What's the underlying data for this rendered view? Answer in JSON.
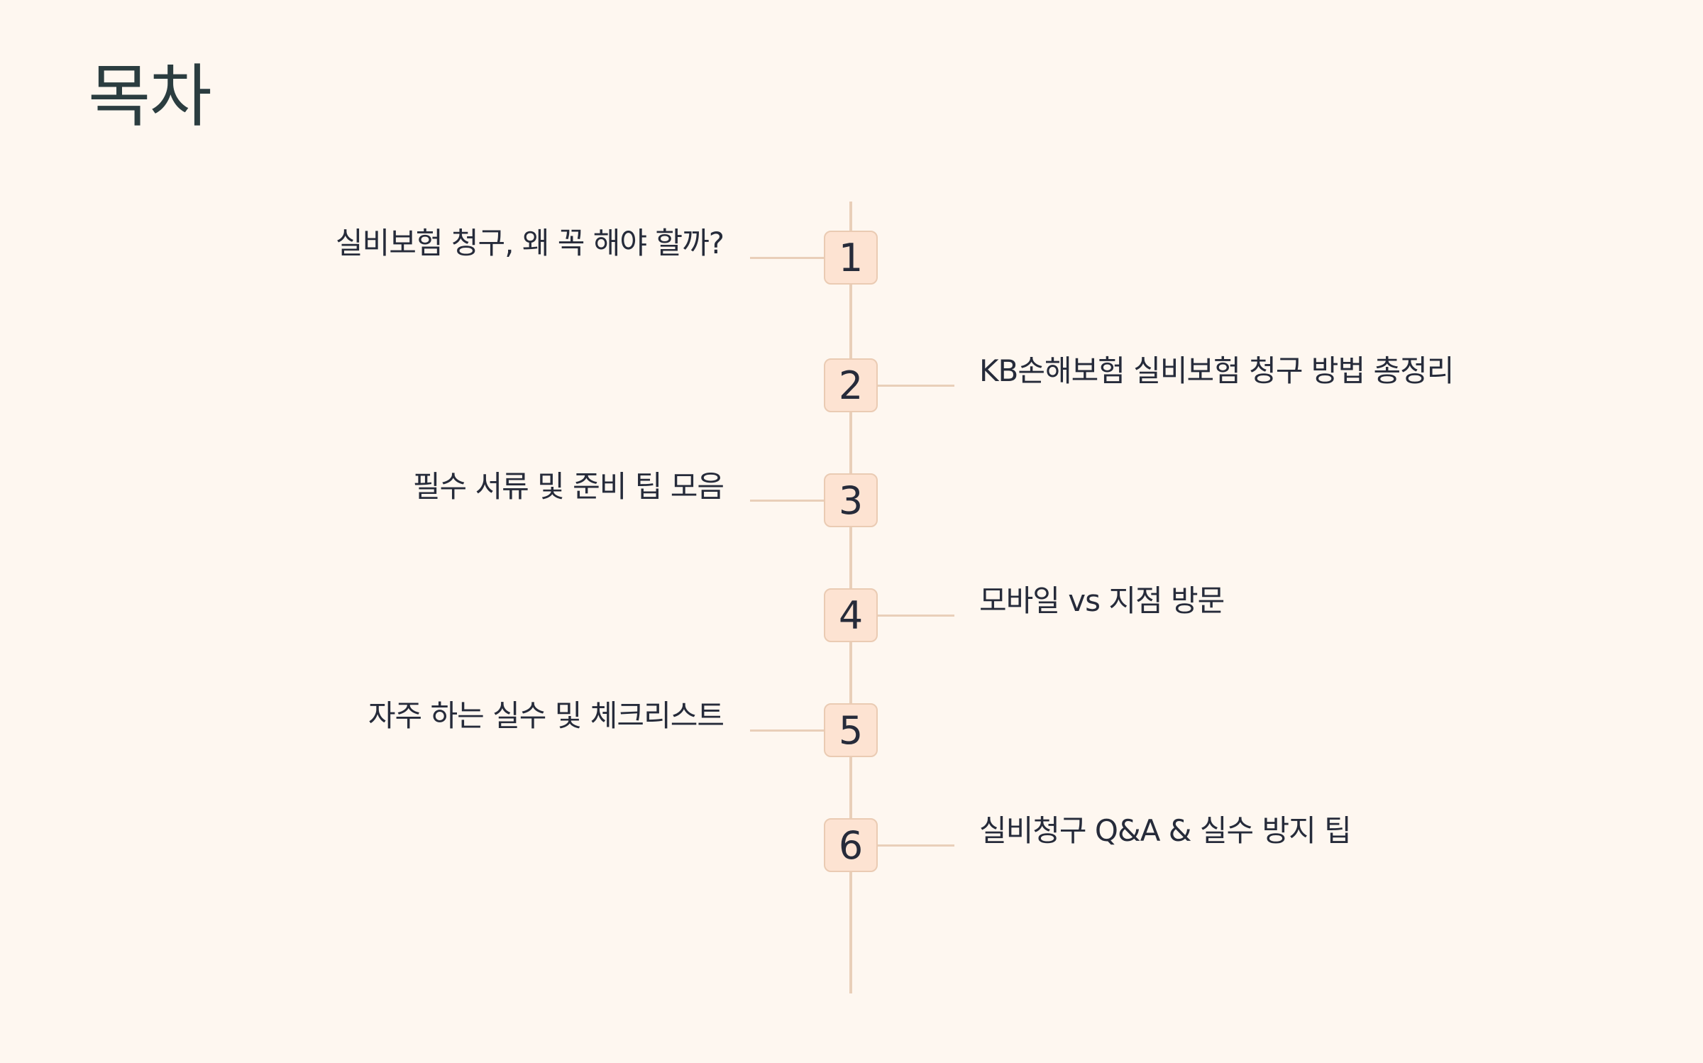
{
  "title": "목차",
  "items": [
    {
      "number": "1",
      "text": "실비보험 청구, 왜 꼭 해야 할까?"
    },
    {
      "number": "2",
      "text": "KB손해보험 실비보험 청구 방법 총정리"
    },
    {
      "number": "3",
      "text": "필수 서류 및 준비 팁 모음"
    },
    {
      "number": "4",
      "text": "모바일 vs 지점 방문"
    },
    {
      "number": "5",
      "text": "자주 하는 실수 및 체크리스트"
    },
    {
      "number": "6",
      "text": "실비청구 Q&A & 실수 방지 팁"
    }
  ],
  "colors": {
    "background": "#fef7f0",
    "title": "#2b3d40",
    "line": "#e9cfb9",
    "box": "#fde3d2",
    "text": "#262b3a"
  }
}
